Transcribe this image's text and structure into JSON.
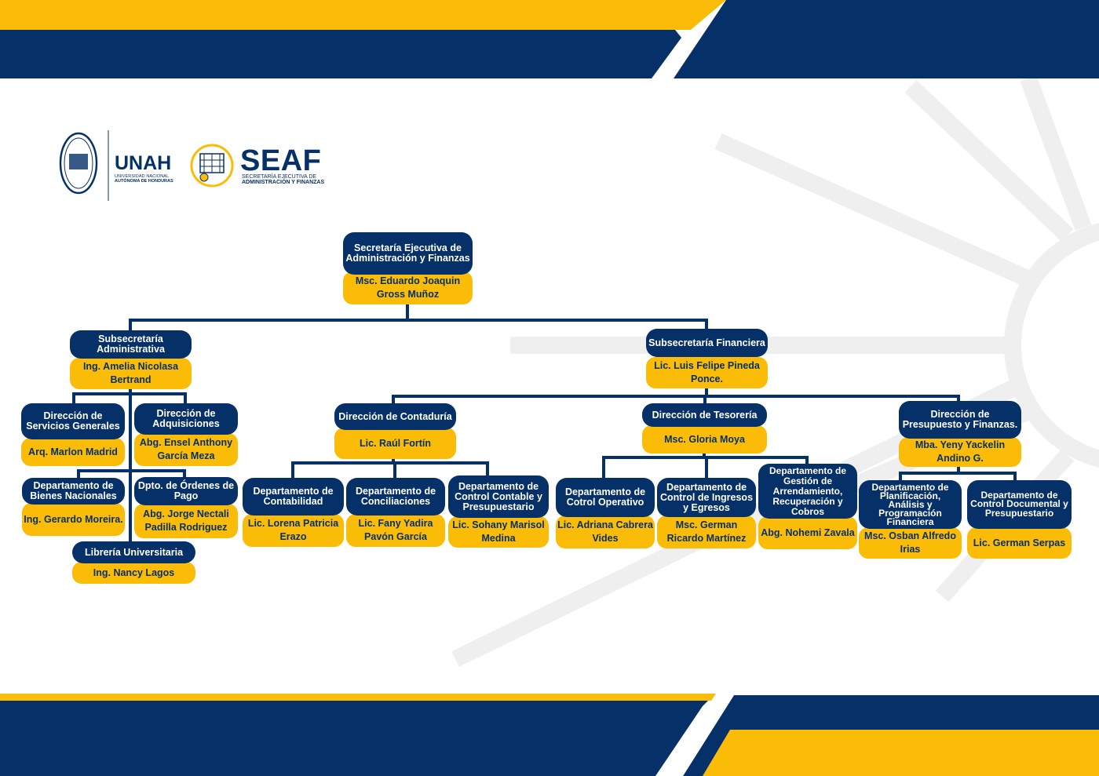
{
  "logos": {
    "unah": {
      "name": "UNAH",
      "subtitle_1": "UNIVERSIDAD NACIONAL",
      "subtitle_2": "AUTÓNOMA DE HONDURAS"
    },
    "seaf": {
      "name": "SEAF",
      "subtitle_1": "SECRETARÍA EJECUTIVA DE",
      "subtitle_2": "ADMINISTRACIÓN Y FINANZAS"
    }
  },
  "colors": {
    "navy": "#063068",
    "gold": "#fbbc08",
    "background": "#ffffff"
  },
  "org": {
    "root": {
      "title": "Secretaría Ejecutiva de Administración y Finanzas",
      "name": "Msc.  Eduardo Joaquin Gross Muñoz"
    },
    "sub_admin": {
      "title": "Subsecretaría Administrativa",
      "name": "Ing. Amelia Nicolasa Bertrand"
    },
    "sub_fin": {
      "title": "Subsecretaría Financiera",
      "name": "Lic. Luis Felipe Pineda Ponce."
    },
    "dir_servicios": {
      "title": "Dirección de Servicios Generales",
      "name": "Arq. Marlon Madrid"
    },
    "dir_adquisiciones": {
      "title": "Dirección de Adquisiciones",
      "name": "Abg. Ensel Anthony García Meza"
    },
    "dep_bienes": {
      "title": "Departamento de Bienes Nacionales",
      "name": "Ing. Gerardo Moreira."
    },
    "dep_ordenes": {
      "title": "Dpto. de Órdenes de Pago",
      "name": "Abg. Jorge Nectali Padilla Rodriguez"
    },
    "libreria": {
      "title": "Librería Universitaria",
      "name": "Ing. Nancy Lagos"
    },
    "dir_contaduria": {
      "title": "Dirección de Contaduría",
      "name": "Lic. Raúl Fortín"
    },
    "dir_tesoreria": {
      "title": "Dirección de Tesorería",
      "name": "Msc. Gloria Moya"
    },
    "dir_presupuesto": {
      "title": "Dirección de Presupuesto y Finanzas.",
      "name": "Mba. Yeny Yackelin Andino G."
    },
    "dep_contabilidad": {
      "title": "Departamento de Contabilidad",
      "name": "Lic. Lorena Patricia Erazo"
    },
    "dep_conciliaciones": {
      "title": "Departamento de Conciliaciones",
      "name": "Lic. Fany Yadira Pavón García"
    },
    "dep_control_contable": {
      "title": "Departamento de Control Contable y Presupuestario",
      "name": "Lic. Sohany Marisol Medina"
    },
    "dep_control_operativo": {
      "title": "Departamento de Cotrol Operativo",
      "name": "Lic. Adriana Cabrera Vides"
    },
    "dep_ingresos": {
      "title": "Departamento de Control de Ingresos y Egresos",
      "name": "Msc. German Ricardo Martínez"
    },
    "dep_arrendamiento": {
      "title": "Departamento de Gestión de Arrendamiento, Recuperación y Cobros",
      "name": "Abg. Nohemi Zavala"
    },
    "dep_planificacion": {
      "title": "Departamento de Planificación, Análisis y Programación Financiera",
      "name": "Msc. Osban Alfredo Irias"
    },
    "dep_documental": {
      "title": "Departamento de Control Documental y Presupuestario",
      "name": "Lic. German Serpas"
    }
  }
}
